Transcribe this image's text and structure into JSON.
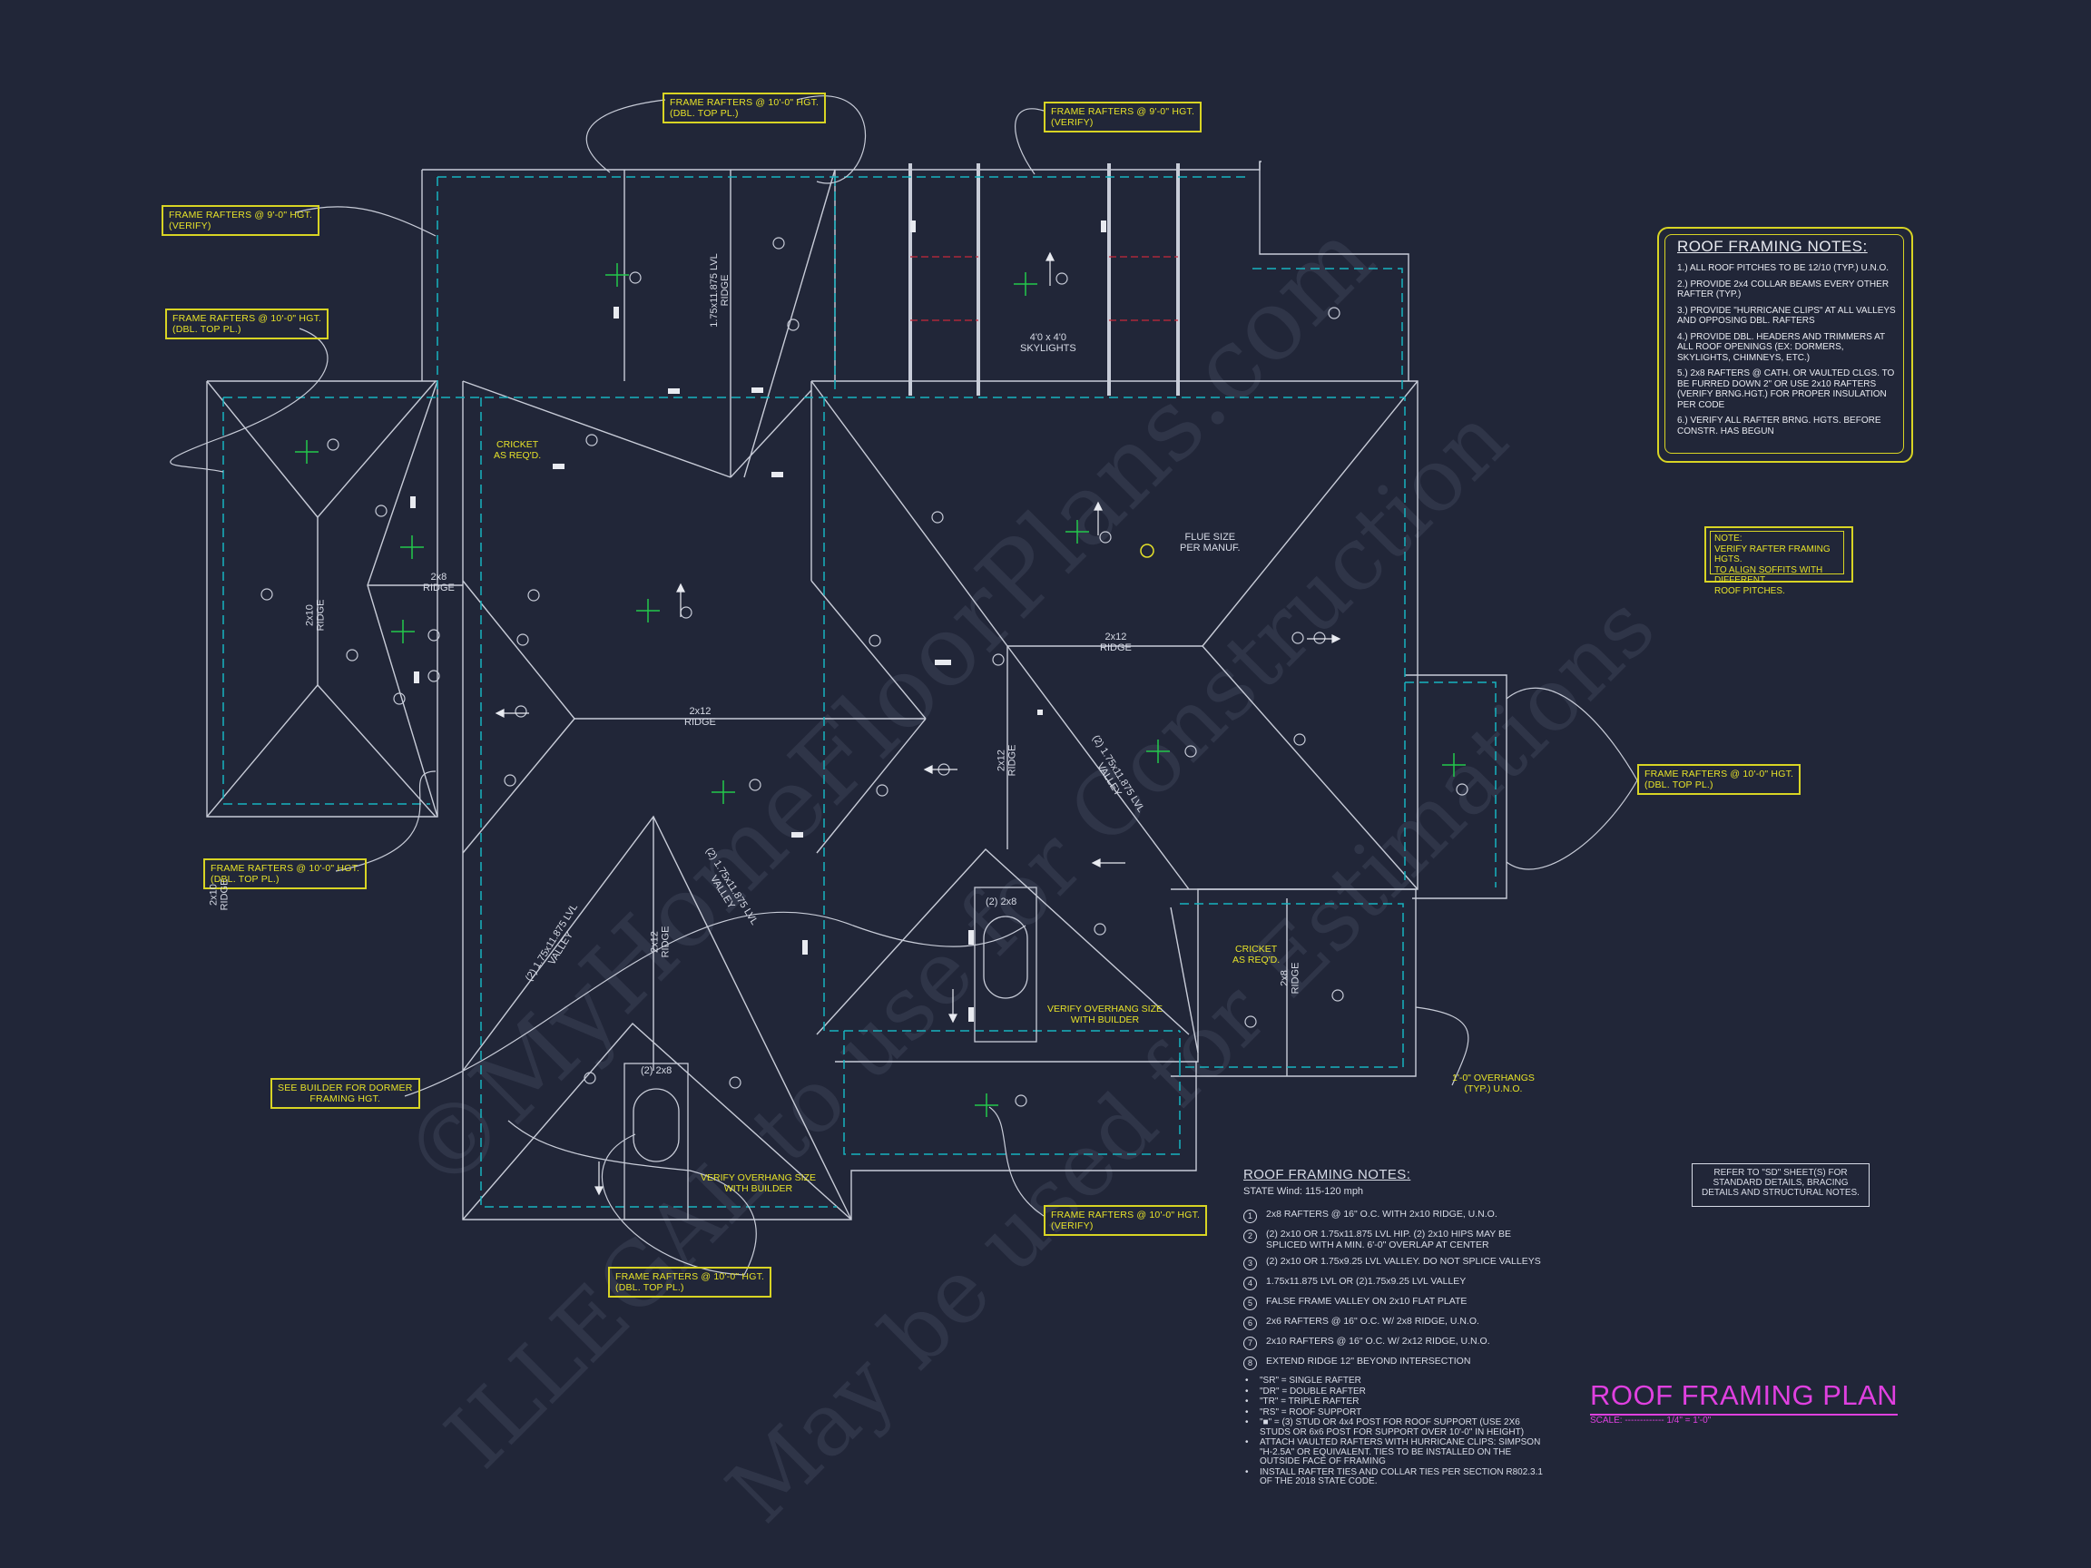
{
  "watermark": {
    "line1": "©MyHomeFloorPlans.com",
    "line2": "ILLEGAL to use for Construction",
    "line3": "May be used for Estimations"
  },
  "roof_notes": {
    "title": "ROOF FRAMING NOTES:",
    "items": [
      "1.) ALL ROOF PITCHES TO BE 12/10 (TYP.) U.N.O.",
      "2.) PROVIDE 2x4 COLLAR BEAMS EVERY OTHER RAFTER (TYP.)",
      "3.) PROVIDE \"HURRICANE CLIPS\" AT ALL VALLEYS AND OPPOSING DBL. RAFTERS",
      "4.) PROVIDE DBL. HEADERS AND TRIMMERS AT ALL ROOF OPENINGS (EX: DORMERS, SKYLIGHTS, CHIMNEYS, ETC.)",
      "5.) 2x8 RAFTERS @ CATH. OR VAULTED CLGS. TO BE FURRED DOWN 2\" OR USE 2x10 RAFTERS (VERIFY BRNG.HGT.) FOR PROPER INSULATION PER CODE",
      "6.) VERIFY ALL RAFTER BRNG. HGTS. BEFORE CONSTR. HAS BEGUN"
    ]
  },
  "note_soffit": "NOTE:\nVERIFY RAFTER FRAMING HGTS.\nTO ALIGN SOFFITS WITH DIFFERENT\nROOF PITCHES.",
  "callouts": {
    "top_center": "FRAME RAFTERS @ 10'-0\" HGT.\n(DBL. TOP PL.)",
    "top_right": "FRAME RAFTERS @ 9'-0\" HGT.\n(VERIFY)",
    "left_upper": "FRAME RAFTERS @ 9'-0\" HGT.\n(VERIFY)",
    "left_second": "FRAME RAFTERS @ 10'-0\" HGT.\n(DBL. TOP PL.)",
    "left_lower": "FRAME RAFTERS @ 10'-0\" HGT.\n(DBL. TOP PL.)",
    "right_side": "FRAME RAFTERS @ 10'-0\" HGT.\n(DBL. TOP PL.)",
    "bottom_mid": "FRAME RAFTERS @ 10'-0\" HGT.\n(VERIFY)",
    "bottom_left": "FRAME RAFTERS @ 10'-0\" HGT.\n(DBL. TOP PL.)",
    "dormer": "SEE BUILDER FOR DORMER\nFRAMING HGT."
  },
  "yellow_labels": {
    "cricket1": "CRICKET\nAS REQ'D.",
    "cricket2": "CRICKET\nAS REQ'D.",
    "overhang1": "VERIFY OVERHANG SIZE\nWITH BUILDER",
    "overhang2": "VERIFY OVERHANG SIZE\nWITH BUILDER",
    "overhang_typ": "1'-0\" OVERHANGS\n(TYP.) U.N.O."
  },
  "plan_labels": {
    "skylights": "4'0 x 4'0\nSKYLIGHTS",
    "flue": "FLUE SIZE\nPER MANUF.",
    "ridge_2x8": "2x8\nRIDGE",
    "ridge_2x10": "2x10\nRIDGE",
    "ridge_2x12_a": "2x12\nRIDGE",
    "ridge_2x12_b": "2x12\nRIDGE",
    "ridge_2x12_c": "2x12\nRIDGE",
    "ridge_2x12_d": "2x12\nRIDGE",
    "ridge_lvl": "1.75x11.875 LVL\nRIDGE",
    "ridge_2x8_r": "2x8\nRIDGE",
    "ridge_2x10_ll": "2x10\nRIDGE",
    "dbl_2x8_a": "(2) 2x8",
    "dbl_2x8_b": "(2) 2x8",
    "valley1": "(2) 1.75x11.875 LVL\nVALLEY",
    "valley2": "(2) 1.75x11.875 LVL\nVALLEY",
    "valley3": "(2) 1.75x11.875 LVL\nVALLEY"
  },
  "legend": {
    "title": "ROOF FRAMING NOTES:",
    "wind": "STATE Wind: 115-120 mph",
    "items": [
      {
        "n": "1",
        "text": "2x8 RAFTERS @ 16\" O.C. WITH 2x10 RIDGE, U.N.O."
      },
      {
        "n": "2",
        "text": "(2) 2x10 OR 1.75x11.875 LVL HIP. (2) 2x10 HIPS MAY BE SPLICED WITH A MIN. 6'-0\" OVERLAP AT CENTER"
      },
      {
        "n": "3",
        "text": "(2) 2x10 OR 1.75x9.25 LVL VALLEY. DO NOT SPLICE VALLEYS"
      },
      {
        "n": "4",
        "text": "1.75x11.875 LVL OR (2)1.75x9.25 LVL VALLEY"
      },
      {
        "n": "5",
        "text": "FALSE FRAME VALLEY ON 2x10 FLAT PLATE"
      },
      {
        "n": "6",
        "text": "2x6 RAFTERS @ 16\" O.C. W/ 2x8 RIDGE, U.N.O."
      },
      {
        "n": "7",
        "text": "2x10 RAFTERS @ 16\" O.C. W/ 2x12 RIDGE, U.N.O."
      },
      {
        "n": "8",
        "text": "EXTEND RIDGE 12\" BEYOND INTERSECTION"
      }
    ],
    "bullets": [
      "\"SR\" = SINGLE RAFTER",
      "\"DR\" = DOUBLE RAFTER",
      "\"TR\" = TRIPLE RAFTER",
      "\"RS\" = ROOF SUPPORT",
      "\"■\" = (3) STUD OR 4x4 POST FOR ROOF SUPPORT (USE 2X6 STUDS OR 6x6 POST FOR SUPPORT OVER 10'-0\" IN HEIGHT)",
      "ATTACH VAULTED RAFTERS WITH HURRICANE CLIPS: SIMPSON \"H-2.5A\" OR EQUIVALENT. TIES TO BE INSTALLED ON THE OUTSIDE FACE OF FRAMING",
      "INSTALL RAFTER TIES AND COLLAR TIES PER SECTION R802.3.1 OF THE 2018 STATE CODE."
    ]
  },
  "reference": "REFER TO \"SD\" SHEET(S) FOR\nSTANDARD DETAILS, BRACING\nDETAILS AND STRUCTURAL NOTES.",
  "title_block": {
    "title": "ROOF FRAMING PLAN",
    "scale": "SCALE: ------------- 1/4\" = 1'-0\""
  },
  "colors": {
    "background": "#212638",
    "linework": "#c8ccd8",
    "dashed": "#17b3bf",
    "callout": "#d8d424",
    "title": "#e040e0",
    "slope": "#22c84a",
    "skylight_red": "#c8283a"
  }
}
